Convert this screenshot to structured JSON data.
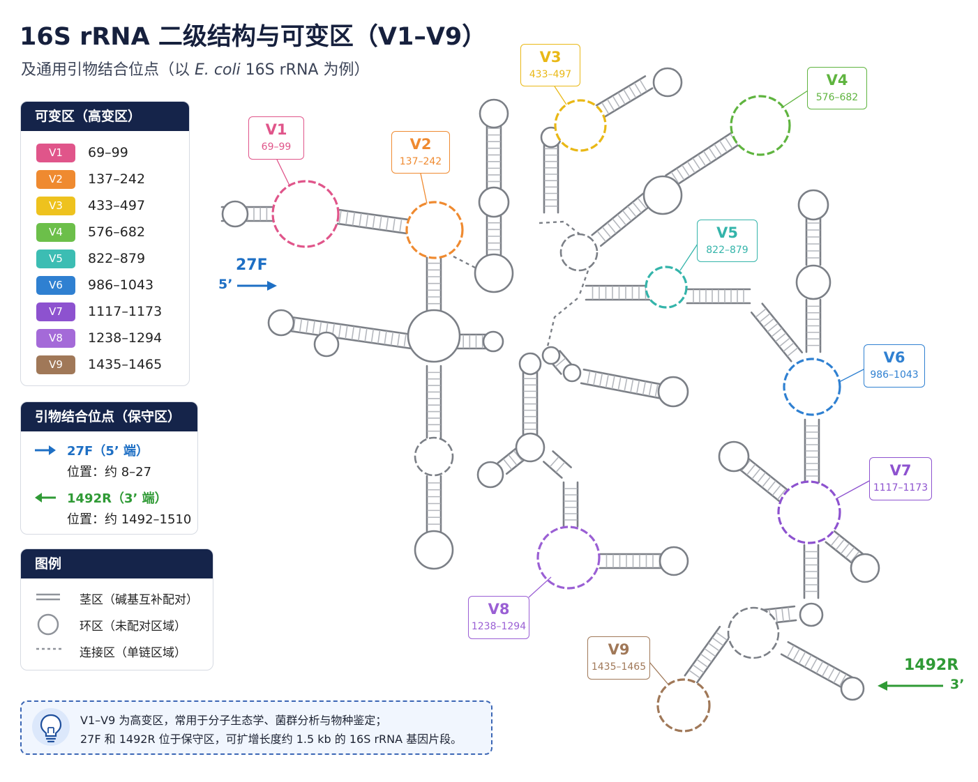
{
  "title": "16S rRNA 二级结构与可变区（V1–V9）",
  "subtitle": {
    "prefix": "及通用引物结合位点（以 ",
    "organism": "E. coli",
    "suffix": " 16S rRNA 为例）"
  },
  "variable_panel": {
    "title": "可变区（高变区）",
    "items": [
      {
        "name": "V1",
        "range": "69–99",
        "color": "#e0558a"
      },
      {
        "name": "V2",
        "range": "137–242",
        "color": "#ef8a30"
      },
      {
        "name": "V3",
        "range": "433–497",
        "color": "#eec21e"
      },
      {
        "name": "V4",
        "range": "576–682",
        "color": "#6cbf4a"
      },
      {
        "name": "V5",
        "range": "822–879",
        "color": "#3cbdb3"
      },
      {
        "name": "V6",
        "range": "986–1043",
        "color": "#2f80d1"
      },
      {
        "name": "V7",
        "range": "1117–1173",
        "color": "#8d52cf"
      },
      {
        "name": "V8",
        "range": "1238–1294",
        "color": "#a46ad8"
      },
      {
        "name": "V9",
        "range": "1435–1465",
        "color": "#a07858"
      }
    ]
  },
  "primer_panel": {
    "title": "引物结合位点（保守区）",
    "forward": {
      "name": "27F（5’ 端）",
      "position": "位置：约 8–27",
      "color": "#1e6fc4"
    },
    "reverse": {
      "name": "1492R（3’ 端）",
      "position": "位置：约 1492–1510",
      "color": "#2f9a35"
    }
  },
  "legend_panel": {
    "title": "图例",
    "stem": "茎区（碱基互补配对）",
    "loop": "环区（未配对区域）",
    "linker": "连接区（单链区域）"
  },
  "note": {
    "line1": "V1–V9 为高变区，常用于分子生态学、菌群分析与物种鉴定；",
    "line2": "27F 和 1492R 位于保守区，可扩增长度约 1.5 kb 的 16S rRNA 基因片段。"
  },
  "callouts": [
    {
      "name": "V1",
      "range": "69–99",
      "color": "#e0558a"
    },
    {
      "name": "V2",
      "range": "137–242",
      "color": "#ef8a30"
    },
    {
      "name": "V3",
      "range": "433–497",
      "color": "#e9b816"
    },
    {
      "name": "V4",
      "range": "576–682",
      "color": "#5fb43f"
    },
    {
      "name": "V5",
      "range": "822–879",
      "color": "#34b4aa"
    },
    {
      "name": "V6",
      "range": "986–1043",
      "color": "#2f80d1"
    },
    {
      "name": "V7",
      "range": "1117–1173",
      "color": "#8d52cf"
    },
    {
      "name": "V8",
      "range": "1238–1294",
      "color": "#9a5fd4"
    },
    {
      "name": "V9",
      "range": "1435–1465",
      "color": "#a07858"
    }
  ],
  "primer_labels": {
    "forward": {
      "name": "27F",
      "end": "5’",
      "color": "#1e6fc4"
    },
    "reverse": {
      "name": "1492R",
      "end": "3’",
      "color": "#2f9a35"
    }
  }
}
